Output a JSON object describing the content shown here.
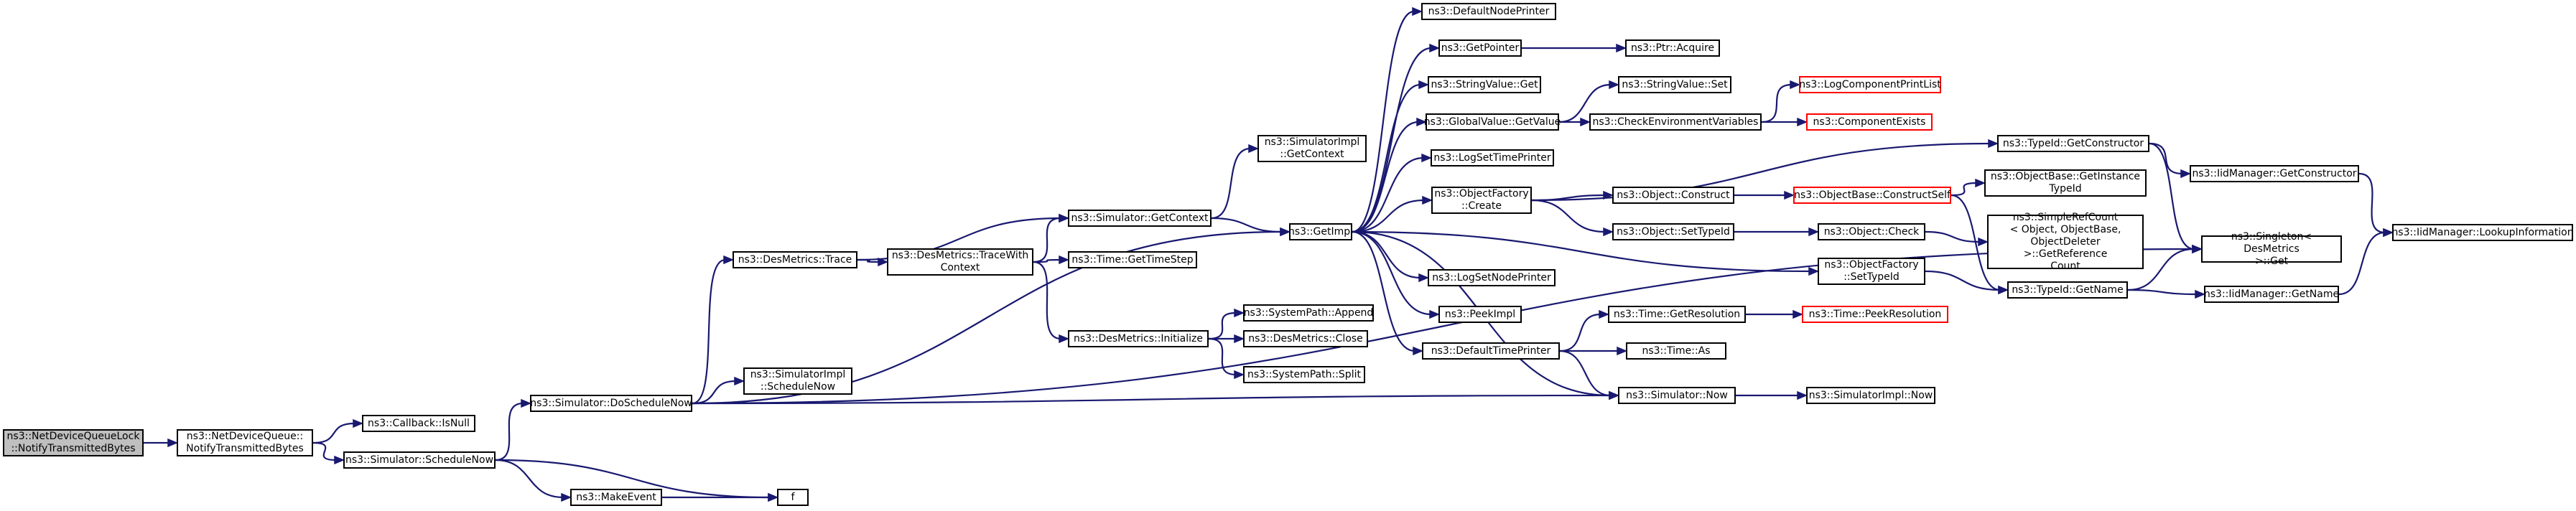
{
  "diagram": {
    "title": "",
    "colors": {
      "edge": "#191970",
      "node_border": "#000000",
      "incomplete_border": "#ff0000",
      "root_fill": "#bfbfbf"
    },
    "nodes": {
      "root": {
        "label": "ns3::NetDeviceQueueLock\n::NotifyTransmittedBytes",
        "style": "root"
      },
      "ndq": {
        "label": "ns3::NetDeviceQueue::\nNotifyTransmittedBytes",
        "style": "normal"
      },
      "cbnull": {
        "label": "ns3::Callback::IsNull",
        "style": "normal"
      },
      "schednow": {
        "label": "ns3::Simulator::ScheduleNow",
        "style": "normal"
      },
      "makeevent": {
        "label": "ns3::MakeEvent",
        "style": "normal"
      },
      "f": {
        "label": "f",
        "style": "normal"
      },
      "dosched": {
        "label": "ns3::Simulator::DoScheduleNow",
        "style": "normal"
      },
      "simimplsched": {
        "label": "ns3::SimulatorImpl\n::ScheduleNow",
        "style": "normal"
      },
      "trace": {
        "label": "ns3::DesMetrics::Trace",
        "style": "normal"
      },
      "tracewith": {
        "label": "ns3::DesMetrics::TraceWith\nContext",
        "style": "normal"
      },
      "getctx": {
        "label": "ns3::Simulator::GetContext",
        "style": "normal"
      },
      "timestep": {
        "label": "ns3::Time::GetTimeStep",
        "style": "normal"
      },
      "desinit": {
        "label": "ns3::DesMetrics::Initialize",
        "style": "normal"
      },
      "sysappend": {
        "label": "ns3::SystemPath::Append",
        "style": "normal"
      },
      "desclose": {
        "label": "ns3::DesMetrics::Close",
        "style": "normal"
      },
      "syssplit": {
        "label": "ns3::SystemPath::Split",
        "style": "normal"
      },
      "simimplctx": {
        "label": "ns3::SimulatorImpl\n::GetContext",
        "style": "normal"
      },
      "getimpl": {
        "label": "ns3::GetImpl",
        "style": "normal"
      },
      "defnode": {
        "label": "ns3::DefaultNodePrinter",
        "style": "normal"
      },
      "getptr": {
        "label": "ns3::GetPointer",
        "style": "normal"
      },
      "ptracq": {
        "label": "ns3::Ptr::Acquire",
        "style": "normal"
      },
      "svget": {
        "label": "ns3::StringValue::Get",
        "style": "normal"
      },
      "svset": {
        "label": "ns3::StringValue::Set",
        "style": "normal"
      },
      "gvget": {
        "label": "ns3::GlobalValue::GetValue",
        "style": "normal"
      },
      "checkenv": {
        "label": "ns3::CheckEnvironmentVariables",
        "style": "normal"
      },
      "logcpl": {
        "label": "ns3::LogComponentPrintList",
        "style": "red"
      },
      "compexists": {
        "label": "ns3::ComponentExists",
        "style": "red"
      },
      "logsettime": {
        "label": "ns3::LogSetTimePrinter",
        "style": "normal"
      },
      "objfcreate": {
        "label": "ns3::ObjectFactory\n::Create",
        "style": "normal"
      },
      "objconstruct": {
        "label": "ns3::Object::Construct",
        "style": "normal"
      },
      "objbasecs": {
        "label": "ns3::ObjectBase::ConstructSelf",
        "style": "red"
      },
      "objsettid": {
        "label": "ns3::Object::SetTypeId",
        "style": "normal"
      },
      "objcheck": {
        "label": "ns3::Object::Check",
        "style": "normal"
      },
      "simplerc": {
        "label": "ns3::SimpleRefCount\n< Object, ObjectBase,\n ObjectDeleter >::GetReference\nCount",
        "style": "normal"
      },
      "logsetnode": {
        "label": "ns3::LogSetNodePrinter",
        "style": "normal"
      },
      "peekimpl": {
        "label": "ns3::PeekImpl",
        "style": "normal"
      },
      "deftime": {
        "label": "ns3::DefaultTimePrinter",
        "style": "normal"
      },
      "timeres": {
        "label": "ns3::Time::GetResolution",
        "style": "normal"
      },
      "peekres": {
        "label": "ns3::Time::PeekResolution",
        "style": "red"
      },
      "timeas": {
        "label": "ns3::Time::As",
        "style": "normal"
      },
      "simnow": {
        "label": "ns3::Simulator::Now",
        "style": "normal"
      },
      "simimplnow": {
        "label": "ns3::SimulatorImpl::Now",
        "style": "normal"
      },
      "objfsettid": {
        "label": "ns3::ObjectFactory\n::SetTypeId",
        "style": "normal"
      },
      "tidgetctor": {
        "label": "ns3::TypeId::GetConstructor",
        "style": "normal"
      },
      "obgetinst": {
        "label": "ns3::ObjectBase::GetInstance\nTypeId",
        "style": "normal"
      },
      "tidgetname": {
        "label": "ns3::TypeId::GetName",
        "style": "normal"
      },
      "iidgetctor": {
        "label": "ns3::IidManager::GetConstructor",
        "style": "normal"
      },
      "iidlookup": {
        "label": "ns3::IidManager::LookupInformation",
        "style": "normal"
      },
      "singleton": {
        "label": "ns3::Singleton< DesMetrics\n >::Get",
        "style": "normal"
      },
      "iidgetname": {
        "label": "ns3::IidManager::GetName",
        "style": "normal"
      }
    },
    "edges": [
      [
        "root",
        "ndq"
      ],
      [
        "ndq",
        "cbnull"
      ],
      [
        "ndq",
        "schednow"
      ],
      [
        "schednow",
        "makeevent"
      ],
      [
        "schednow",
        "f"
      ],
      [
        "makeevent",
        "f"
      ],
      [
        "schednow",
        "dosched"
      ],
      [
        "dosched",
        "simimplsched"
      ],
      [
        "dosched",
        "trace"
      ],
      [
        "dosched",
        "getimpl"
      ],
      [
        "dosched",
        "simnow"
      ],
      [
        "dosched",
        "singleton"
      ],
      [
        "trace",
        "getctx"
      ],
      [
        "trace",
        "tracewith"
      ],
      [
        "tracewith",
        "getctx"
      ],
      [
        "tracewith",
        "timestep"
      ],
      [
        "tracewith",
        "desinit"
      ],
      [
        "desinit",
        "sysappend"
      ],
      [
        "desinit",
        "desclose"
      ],
      [
        "desinit",
        "syssplit"
      ],
      [
        "getctx",
        "simimplctx"
      ],
      [
        "getctx",
        "getimpl"
      ],
      [
        "getimpl",
        "defnode"
      ],
      [
        "getimpl",
        "getptr"
      ],
      [
        "getptr",
        "ptracq"
      ],
      [
        "getimpl",
        "svget"
      ],
      [
        "getimpl",
        "gvget"
      ],
      [
        "gvget",
        "svset"
      ],
      [
        "gvget",
        "checkenv"
      ],
      [
        "checkenv",
        "logcpl"
      ],
      [
        "checkenv",
        "compexists"
      ],
      [
        "getimpl",
        "logsettime"
      ],
      [
        "getimpl",
        "objfcreate"
      ],
      [
        "objfcreate",
        "tidgetctor"
      ],
      [
        "objfcreate",
        "objconstruct"
      ],
      [
        "objconstruct",
        "objbasecs"
      ],
      [
        "objbasecs",
        "obgetinst"
      ],
      [
        "objbasecs",
        "tidgetname"
      ],
      [
        "objfcreate",
        "objsettid"
      ],
      [
        "objsettid",
        "objcheck"
      ],
      [
        "objcheck",
        "simplerc"
      ],
      [
        "getimpl",
        "logsetnode"
      ],
      [
        "getimpl",
        "peekimpl"
      ],
      [
        "getimpl",
        "deftime"
      ],
      [
        "deftime",
        "timeres"
      ],
      [
        "timeres",
        "peekres"
      ],
      [
        "deftime",
        "timeas"
      ],
      [
        "deftime",
        "simnow"
      ],
      [
        "getimpl",
        "simnow"
      ],
      [
        "simnow",
        "simimplnow"
      ],
      [
        "getimpl",
        "objfsettid"
      ],
      [
        "objfsettid",
        "tidgetname"
      ],
      [
        "tidgetctor",
        "iidgetctor"
      ],
      [
        "tidgetctor",
        "singleton"
      ],
      [
        "iidgetctor",
        "iidlookup"
      ],
      [
        "tidgetname",
        "singleton"
      ],
      [
        "tidgetname",
        "iidgetname"
      ],
      [
        "iidgetname",
        "iidlookup"
      ]
    ]
  }
}
